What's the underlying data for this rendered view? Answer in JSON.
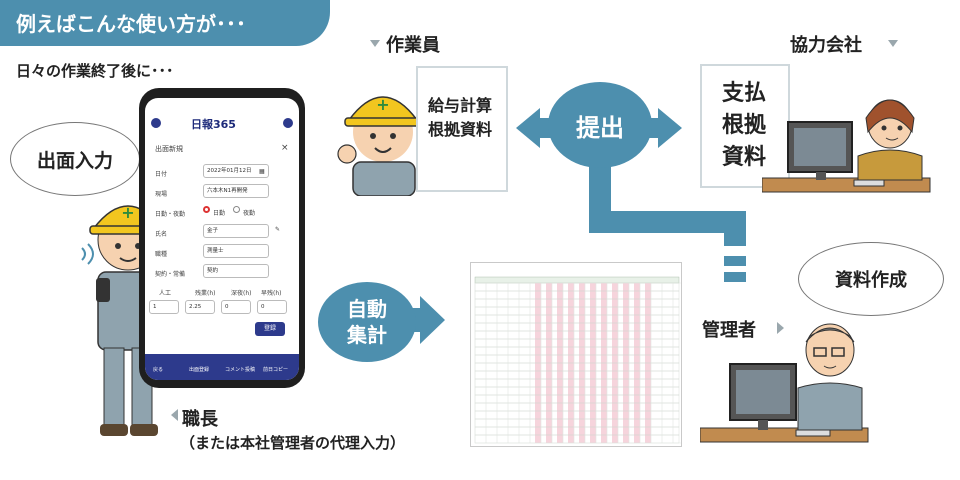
{
  "banner": {
    "text": "例えばこんな使い方が･･･"
  },
  "subtitle": "日々の作業終了後に･･･",
  "roles": {
    "worker": "作業員",
    "partner": "協力会社",
    "manager": "管理者",
    "foreman": "職長",
    "foreman_note": "（または本社管理者の代理入力）"
  },
  "bubbles": {
    "input": "出面入力",
    "doc_creation": "資料作成"
  },
  "docs": {
    "payroll": [
      "給与計算",
      "根拠資料"
    ],
    "payment": [
      "支払",
      "根拠",
      "資料"
    ]
  },
  "actions": {
    "submit": "提出",
    "auto_total": [
      "自動",
      "集計"
    ]
  },
  "phone": {
    "logo": "日報365",
    "form_title": "出面新規",
    "fields": [
      {
        "label": "日付",
        "value": "2022年01月12日"
      },
      {
        "label": "現場",
        "value": "六本木N1再開発"
      },
      {
        "label": "日勤・夜勤",
        "options": [
          "日勤",
          "夜勤"
        ]
      },
      {
        "label": "氏名",
        "value": "金子"
      },
      {
        "label": "職種",
        "value": "測量士"
      },
      {
        "label": "契約・常備",
        "value": "契約"
      }
    ],
    "hours_labels": [
      "人工",
      "残業(h)",
      "深夜(h)",
      "早残(h)"
    ],
    "hours_values": [
      "1",
      "2.25",
      "0",
      "0"
    ],
    "submit_label": "登録",
    "nav": [
      "戻る",
      "出面登録",
      "コメント投稿",
      "前日コピー"
    ]
  },
  "colors": {
    "accent": "#4d8fae",
    "hardhat": "#f2c61f",
    "uniform": "#8fa3ae"
  },
  "icons": [
    "menu-icon",
    "close-icon",
    "calendar-icon",
    "pencil-icon",
    "nfc-icon",
    "arrow-icon",
    "triangle-icon"
  ]
}
